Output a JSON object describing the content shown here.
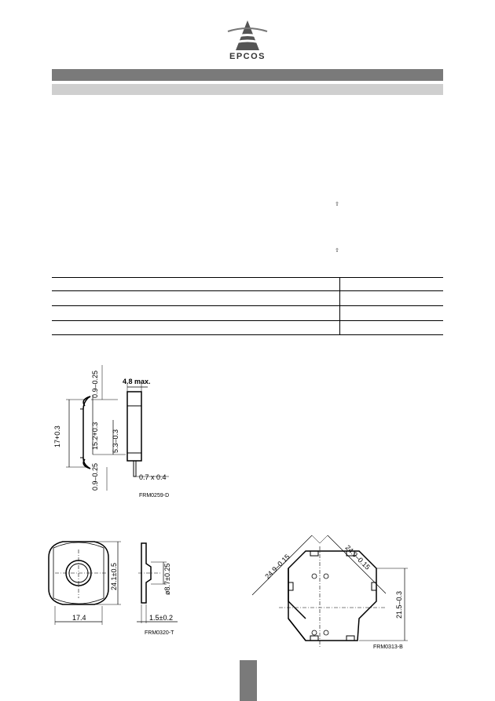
{
  "header": {
    "logo_text": "EPCOS",
    "symbol_1": "⇧",
    "symbol_2": "⇧"
  },
  "drawing_clip": {
    "dim_top": "0.9–0.25",
    "dim_width": "4.8 max.",
    "dim_height": "17+0.3",
    "dim_inner": "15.2+0.3",
    "dim_step": "5.3–0.3",
    "dim_bottom": "0.9–0.25",
    "dim_pin": "0.7 x 0.4",
    "code": "FRM0259-D"
  },
  "drawing_washer": {
    "dim_height": "24.1±0.5",
    "dim_width": "17.4",
    "dim_hole": "ø8.7±0.25",
    "dim_thickness": "1.5±0.2",
    "code": "FRM0320-T"
  },
  "drawing_core": {
    "dim_left": "24.9–0.15",
    "dim_right": "24.9–0.15",
    "dim_height": "21.5–0.3",
    "code": "FRM0313-B"
  }
}
